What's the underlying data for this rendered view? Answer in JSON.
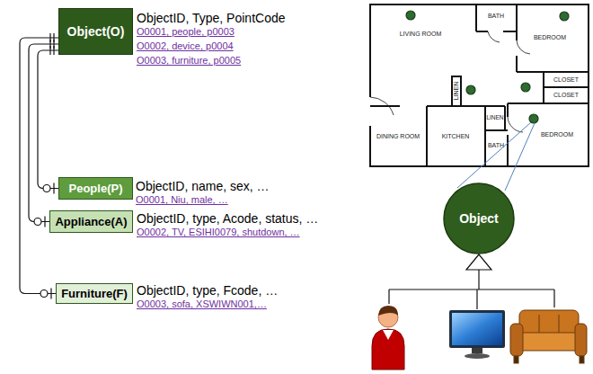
{
  "diagram": {
    "nodes": [
      {
        "text": [
          "Object(O)"
        ]
      },
      {
        "text": [
          "People(P)"
        ]
      },
      {
        "text": [
          "Appliance(A)"
        ]
      },
      {
        "text": [
          "Furniture(F)"
        ]
      },
      {
        "text": [
          "Object"
        ]
      }
    ],
    "edges": [
      {
        "from": 0,
        "to": 1,
        "arrow": "none"
      },
      {
        "from": 0,
        "to": 2,
        "arrow": "none"
      },
      {
        "from": 0,
        "to": 3,
        "arrow": "none"
      }
    ],
    "labels": [
      "ObjectID, Type, PointCode",
      "O0001, people, p0003",
      "O0002, device, p0004",
      "O0003, furniture, p0005",
      "ObjectID, name, sex, …",
      "O0001, Niu, male, …",
      "ObjectID, type, Acode, status, …",
      "O0002, TV, ESIHI0079, shutdown, …",
      "ObjectID, type, Fcode, …",
      "O0003, sofa, XSWIWN001,…",
      "LIVING ROOM",
      "BATH",
      "BEDROOM",
      "LINEN",
      "CLOSET",
      "CLOSET",
      "DINING ROOM",
      "KITCHEN",
      "LINEN",
      "BATH",
      "BEDROOM"
    ]
  }
}
